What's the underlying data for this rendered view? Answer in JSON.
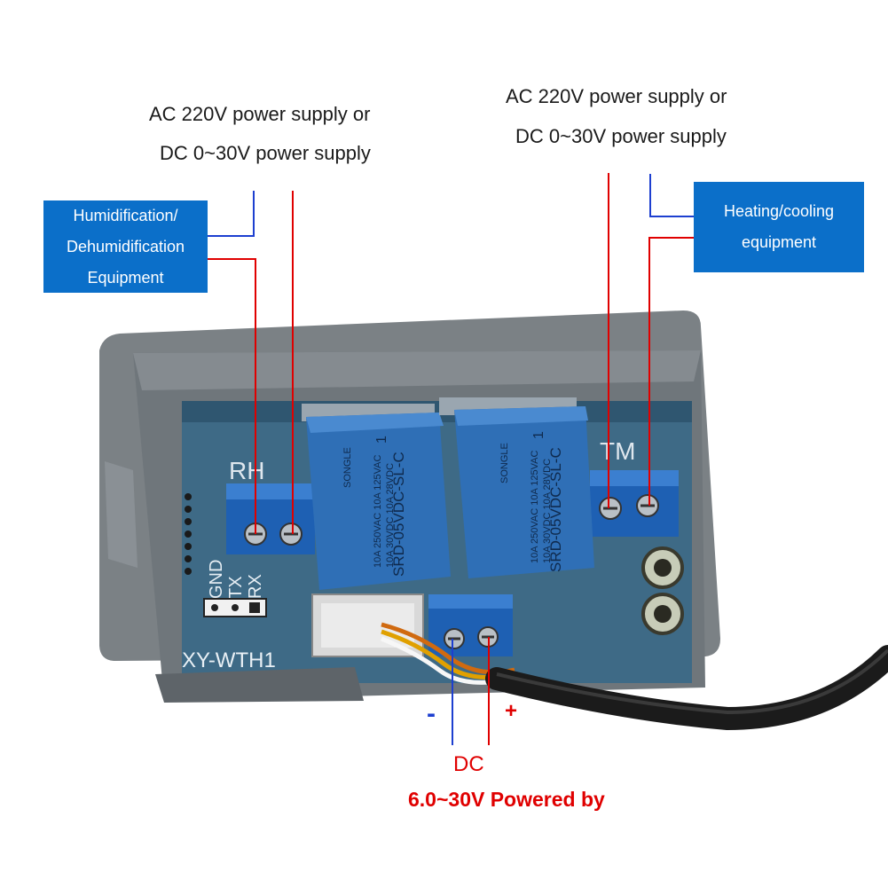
{
  "left_supply": {
    "line1": "AC 220V power supply or",
    "line2": "DC 0~30V power supply"
  },
  "right_supply": {
    "line1": "AC 220V power supply or",
    "line2": "DC 0~30V power supply"
  },
  "left_box": {
    "line1": "Humidification/",
    "line2": "Dehumidification",
    "line3": "Equipment"
  },
  "right_box": {
    "line1": "Heating/cooling",
    "line2": "equipment"
  },
  "bottom": {
    "minus": "-",
    "plus": "+",
    "line1": "DC",
    "line2": "6.0~30V Powered by"
  },
  "board": {
    "model": "XY-WTH1",
    "left_terminal": "RH",
    "right_terminal": "TM",
    "pins": [
      "GND",
      "TX",
      "RX"
    ],
    "relay_model": "SRD-05VDC-SL-C",
    "relay_brand": "SONGLE",
    "relay_rating1": "10A 250VAC  10A 125VAC",
    "relay_rating2": "10A 30VDC   10A 28VDC",
    "relay_number": "1"
  },
  "colors": {
    "box_blue": "#0b6fc9",
    "wire_red": "#e00000",
    "wire_blue": "#1d3fd0",
    "housing": "#6e7479",
    "pcb": "#3e6a86",
    "relay": "#2f6fb6"
  }
}
